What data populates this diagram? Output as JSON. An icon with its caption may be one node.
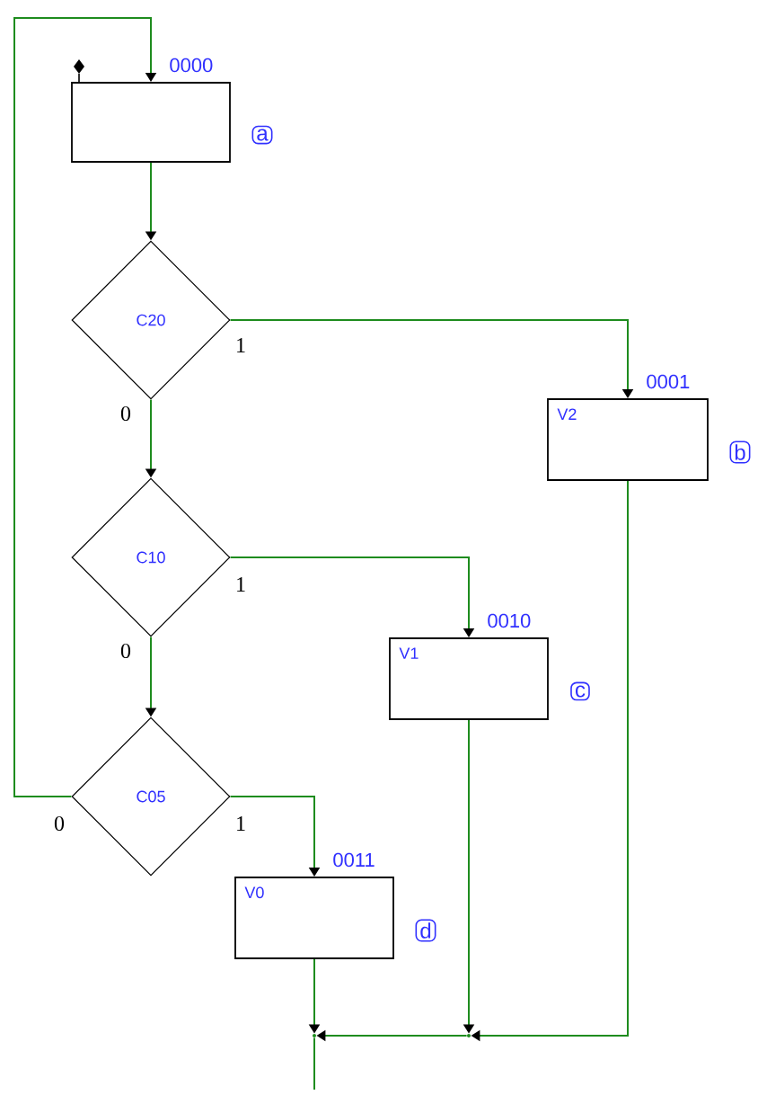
{
  "diagram": {
    "nodes": [
      {
        "text": [
          "0000"
        ],
        "beside": [
          "a"
        ]
      },
      {
        "text": [
          "C20"
        ]
      },
      {
        "text": [
          "0001",
          "V2"
        ],
        "beside": [
          "b"
        ]
      },
      {
        "text": [
          "C10"
        ]
      },
      {
        "text": [
          "0010",
          "V1"
        ],
        "beside": [
          "c"
        ]
      },
      {
        "text": [
          "C05"
        ]
      },
      {
        "text": [
          "0011",
          "V0"
        ],
        "beside": [
          "d"
        ]
      },
      {
        "text": [],
        "shape": "point"
      },
      {
        "text": [],
        "shape": "point"
      }
    ],
    "edges": [
      {
        "from": 0,
        "to": 1,
        "arrow": "to"
      },
      {
        "from": 1,
        "to": 2,
        "arrow": "to",
        "label": "1"
      },
      {
        "from": 1,
        "to": 3,
        "arrow": "to",
        "label": "0"
      },
      {
        "from": 3,
        "to": 4,
        "arrow": "to",
        "label": "1"
      },
      {
        "from": 3,
        "to": 5,
        "arrow": "to",
        "label": "0"
      },
      {
        "from": 5,
        "to": 6,
        "arrow": "to",
        "label": "1"
      },
      {
        "from": 5,
        "to": 0,
        "arrow": "to",
        "label": "0"
      },
      {
        "from": 6,
        "to": 7,
        "arrow": "to"
      },
      {
        "from": 4,
        "to": 8,
        "arrow": "to"
      },
      {
        "from": 2,
        "to": 8,
        "arrow": "to"
      },
      {
        "from": 8,
        "to": 7,
        "arrow": "to"
      },
      {
        "from": 7,
        "to": null,
        "arrow": "none"
      }
    ]
  }
}
